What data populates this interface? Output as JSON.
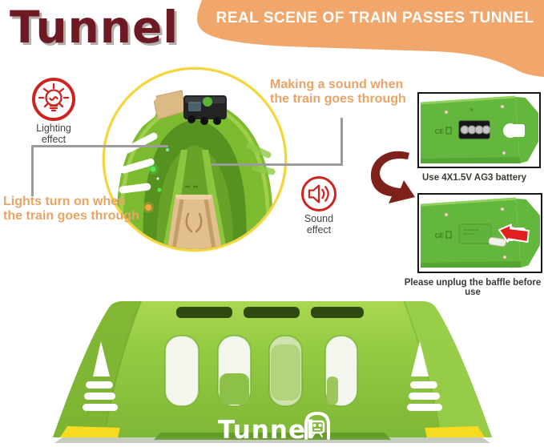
{
  "header": {
    "logo": "Tunnel",
    "banner": "REAL SCENE OF TRAIN PASSES TUNNEL"
  },
  "badges": {
    "lighting": {
      "line1": "Lighting",
      "line2": "effect"
    },
    "sound": {
      "line1": "Sound",
      "line2": "effect"
    }
  },
  "callouts": {
    "lights": {
      "line1": "Lights turn on when",
      "line2": "the train goes through"
    },
    "sound": {
      "line1": "Making a sound when",
      "line2": "the train goes through"
    }
  },
  "figures": {
    "battery": {
      "caption": "Use 4X1.5V AG3 battery",
      "ce_mark": "CE"
    },
    "baffle": {
      "caption": "Please unplug the baffle before use",
      "ce_mark": "CE"
    }
  },
  "render": {
    "label": "Tunnel"
  },
  "colors": {
    "banner_orange": "#F1A76B",
    "title_maroon": "#6E1A25",
    "callout_orange": "#E9A364",
    "icon_red": "#CE2420",
    "arrow_maroon": "#7E211A",
    "callout_line_gray": "#9B9B9B",
    "tunnel_green": "#8CC63F",
    "tunnel_green_dark": "#5F9626",
    "photo_ring_yellow": "#F3D53B",
    "stripe_yellow": "#F6DB21"
  }
}
